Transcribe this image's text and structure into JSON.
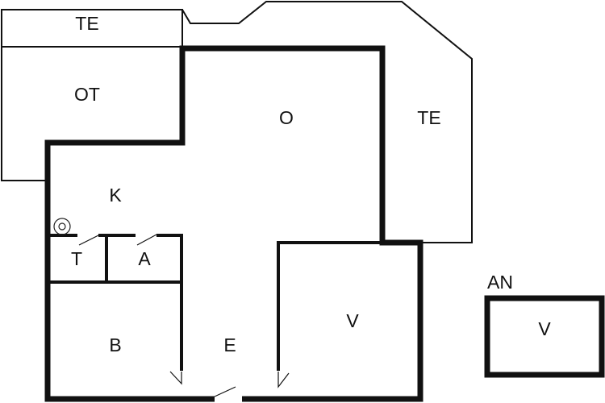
{
  "plan": {
    "rooms": {
      "terrace_top": "TE",
      "open_terrace": "OT",
      "living_room": "O",
      "terrace_right": "TE",
      "kitchen": "K",
      "toilet": "T",
      "utility": "A",
      "bedroom": "B",
      "entrance": "E",
      "storage": "V"
    },
    "annex": {
      "title": "AN",
      "storage": "V"
    }
  }
}
